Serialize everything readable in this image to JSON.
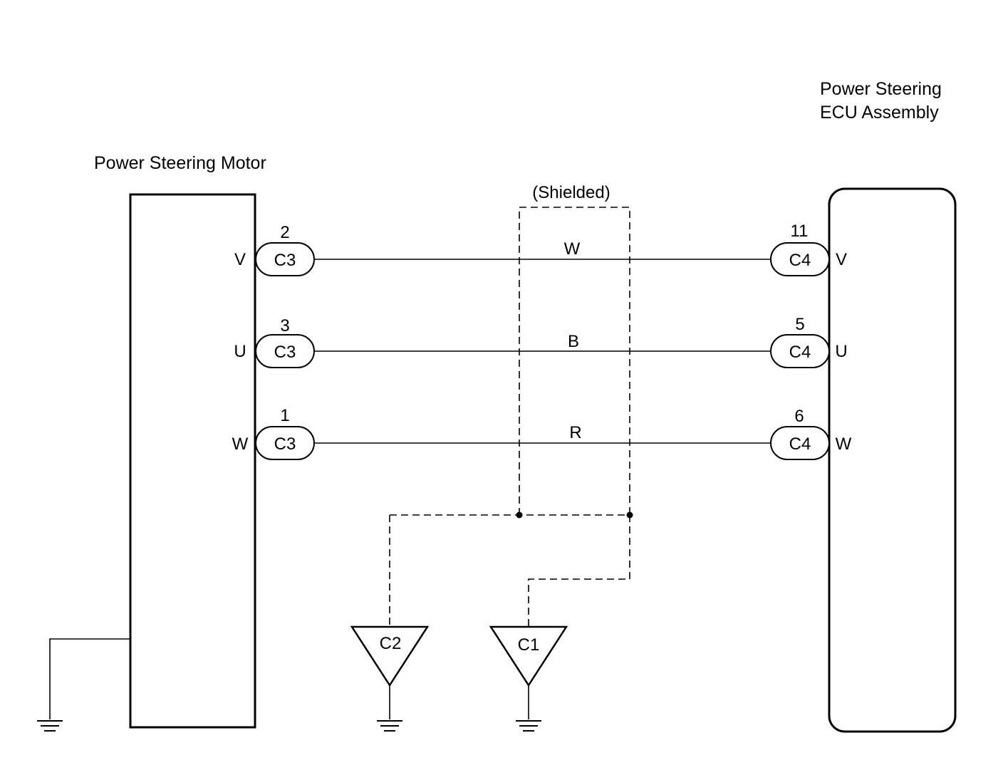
{
  "motor": {
    "title": "Power Steering Motor",
    "pins": [
      {
        "signal": "V",
        "number": "2",
        "connector": "C3"
      },
      {
        "signal": "U",
        "number": "3",
        "connector": "C3"
      },
      {
        "signal": "W",
        "number": "1",
        "connector": "C3"
      }
    ]
  },
  "ecu": {
    "title_line1": "Power Steering",
    "title_line2": "ECU Assembly",
    "pins": [
      {
        "signal": "V",
        "number": "11",
        "connector": "C4"
      },
      {
        "signal": "U",
        "number": "5",
        "connector": "C4"
      },
      {
        "signal": "W",
        "number": "6",
        "connector": "C4"
      }
    ]
  },
  "wires": [
    {
      "color_code": "W"
    },
    {
      "color_code": "B"
    },
    {
      "color_code": "R"
    }
  ],
  "shield": {
    "label": "(Shielded)"
  },
  "grounds": [
    {
      "connector": "C2"
    },
    {
      "connector": "C1"
    }
  ]
}
